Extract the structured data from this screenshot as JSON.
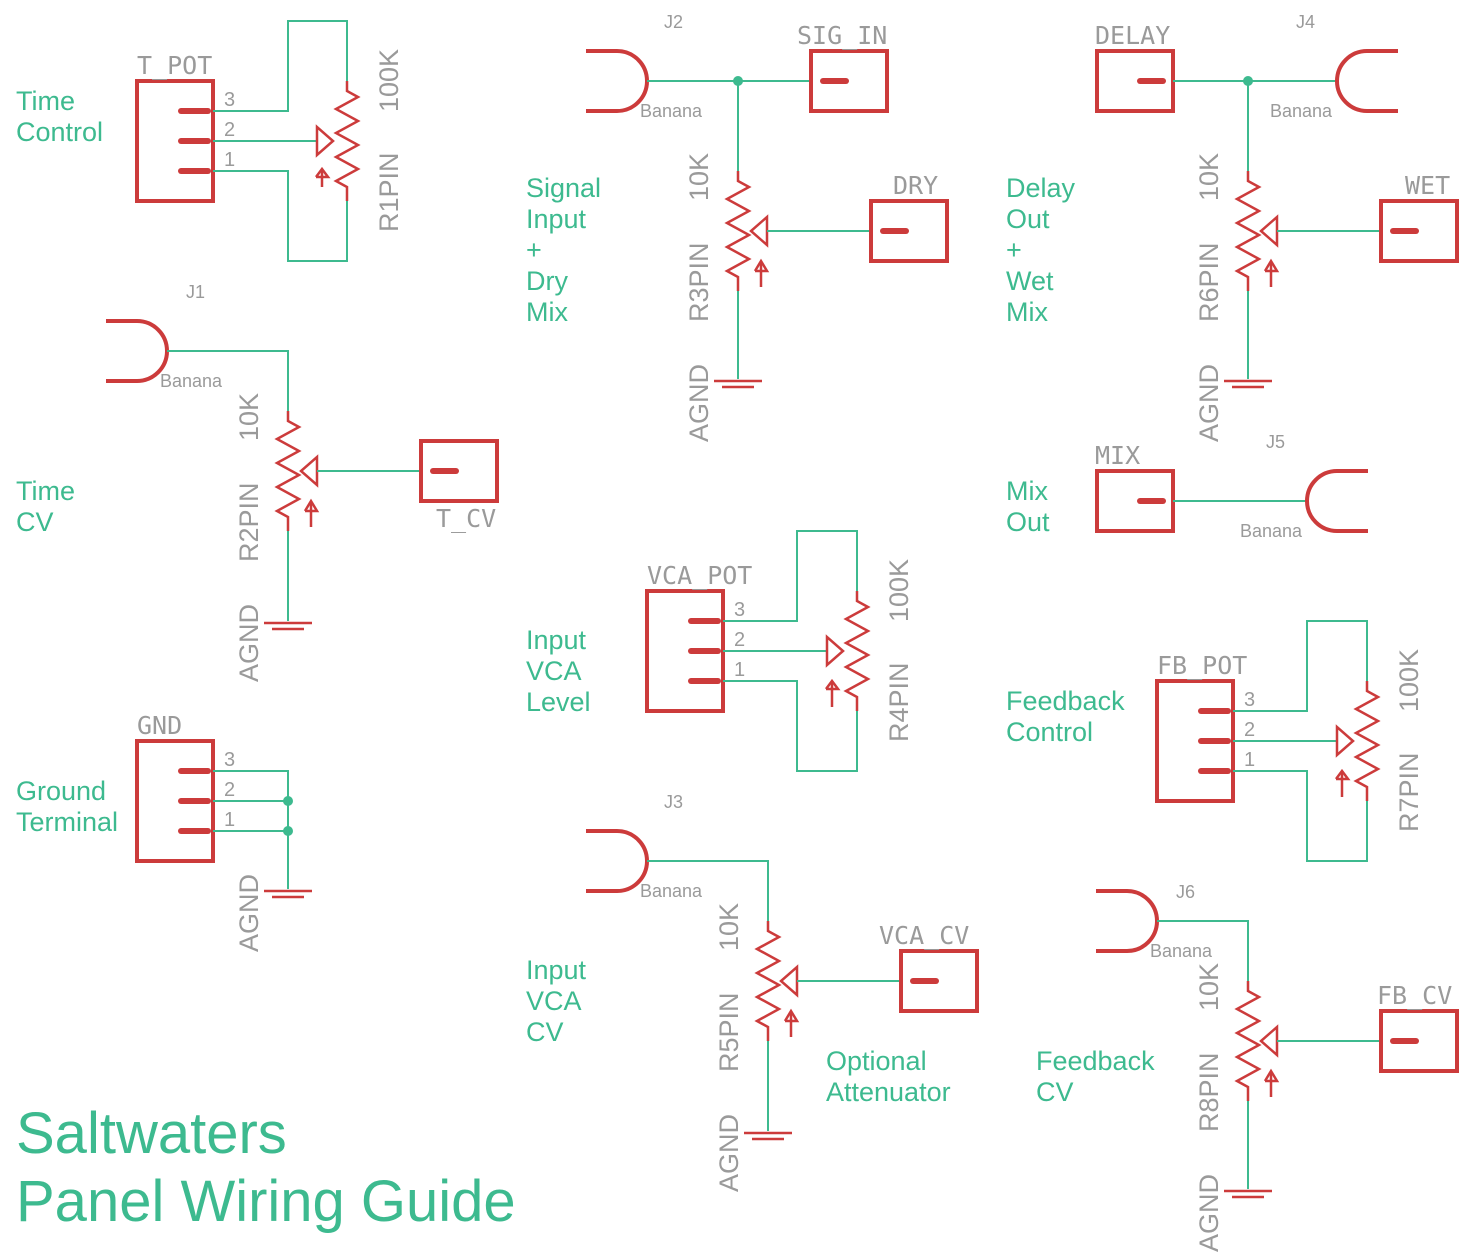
{
  "colors": {
    "wire": "#3dba8f",
    "symbol": "#cc3b3b",
    "label": "#9a9a9a",
    "note": "#3dba8f",
    "background": "#ffffff"
  },
  "title": [
    "Saltwaters",
    "Panel Wiring Guide"
  ],
  "notes": {
    "time_control": [
      "Time",
      "Control"
    ],
    "time_cv": [
      "Time",
      "CV"
    ],
    "ground_terminal": [
      "Ground",
      "Terminal"
    ],
    "signal_input": [
      "Signal",
      "Input",
      "+",
      "Dry",
      "Mix"
    ],
    "input_vca_level": [
      "Input",
      "VCA",
      "Level"
    ],
    "input_vca_cv": [
      "Input",
      "VCA",
      "CV"
    ],
    "optional_attenuator": [
      "Optional",
      "Attenuator"
    ],
    "delay_out": [
      "Delay",
      "Out",
      "+",
      "Wet",
      "Mix"
    ],
    "mix_out": [
      "Mix",
      "Out"
    ],
    "feedback_control": [
      "Feedback",
      "Control"
    ],
    "feedback_cv": [
      "Feedback",
      "CV"
    ]
  },
  "connectors": {
    "t_pot": "T_POT",
    "gnd": "GND",
    "vca_pot": "VCA_POT",
    "fb_pot": "FB_POT",
    "t_cv": "T_CV",
    "sig_in": "SIG_IN",
    "dry": "DRY",
    "vca_cv": "VCA_CV",
    "delay": "DELAY",
    "wet": "WET",
    "mix": "MIX",
    "fb_cv": "FB_CV"
  },
  "pin_numbers": [
    "3",
    "2",
    "1"
  ],
  "jacks": {
    "j1": "J1",
    "j2": "J2",
    "j3": "J3",
    "j4": "J4",
    "j5": "J5",
    "j6": "J6",
    "type": "Banana"
  },
  "resistors": {
    "r1": {
      "name": "R1PIN",
      "value": "100K"
    },
    "r2": {
      "name": "R2PIN",
      "value": "10K"
    },
    "r3": {
      "name": "R3PIN",
      "value": "10K"
    },
    "r4": {
      "name": "R4PIN",
      "value": "100K"
    },
    "r5": {
      "name": "R5PIN",
      "value": "10K"
    },
    "r6": {
      "name": "R6PIN",
      "value": "10K"
    },
    "r7": {
      "name": "R7PIN",
      "value": "100K"
    },
    "r8": {
      "name": "R8PIN",
      "value": "10K"
    }
  },
  "ground_label": "AGND"
}
